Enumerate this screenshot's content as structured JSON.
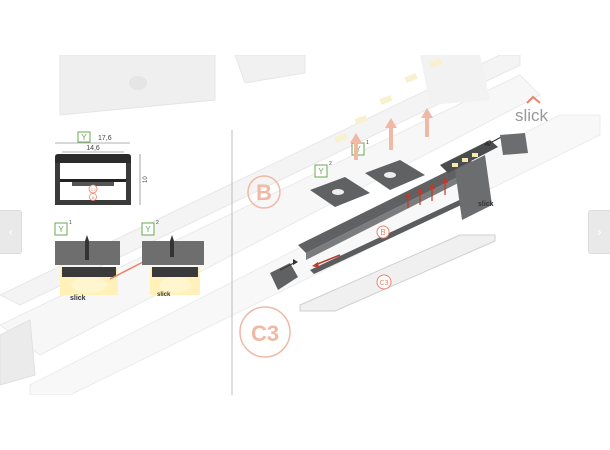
{
  "viewer": {
    "prev_label": "‹",
    "next_label": "›"
  },
  "brand": {
    "logo_text": "slick"
  },
  "dimensions": {
    "width_outer": "17,6",
    "width_inner": "14,6",
    "height": "10"
  },
  "badges": {
    "y_top": "Y",
    "y1": "Y",
    "y1_sup": "1",
    "y2": "Y",
    "y2_sup": "2",
    "y_mid2": "Y",
    "y_mid2_sup": "2",
    "y_mid1": "Y",
    "y_mid1_sup": "1"
  },
  "labels": {
    "b_large": "B",
    "c3_large": "C3",
    "b_small": "B",
    "c3_small": "C3",
    "cross_b": "B",
    "cross_c3": "C3",
    "detail1_logo": "slick",
    "assembly_logo": "slick"
  },
  "colors": {
    "accent": "#e9836a",
    "badge_green": "#6aa84f",
    "profile_dark": "#5f6163",
    "line_gray": "#c8c8c8"
  }
}
